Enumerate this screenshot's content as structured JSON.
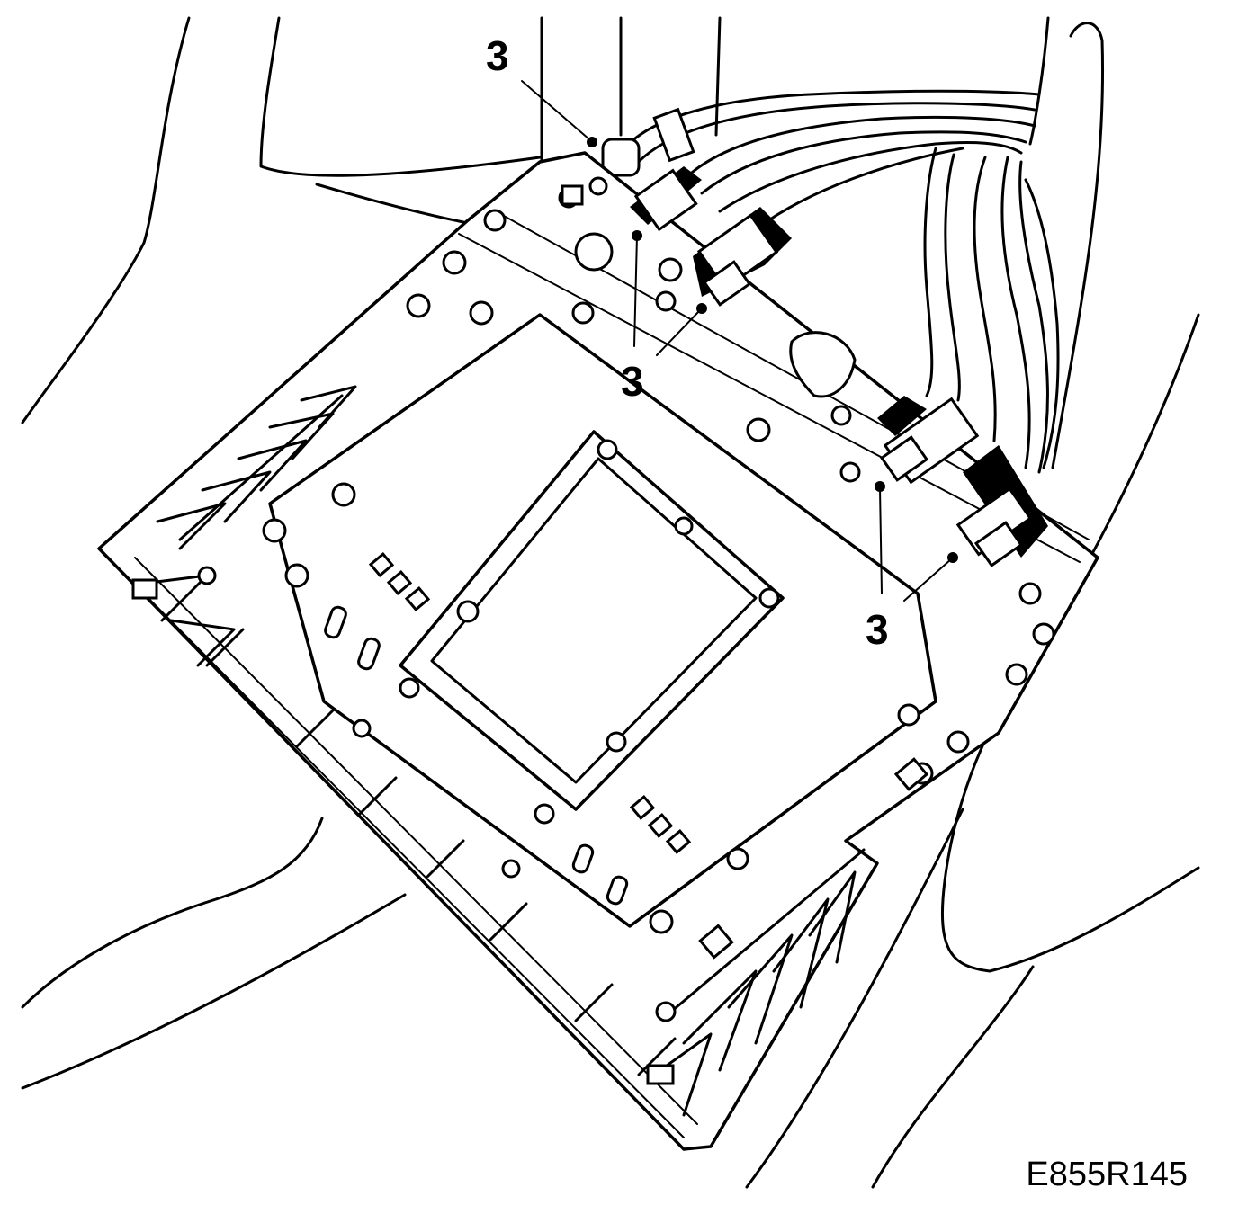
{
  "callouts": [
    {
      "label": "3"
    },
    {
      "label": "3"
    },
    {
      "label": "3"
    }
  ],
  "figure_id": "E855R145"
}
